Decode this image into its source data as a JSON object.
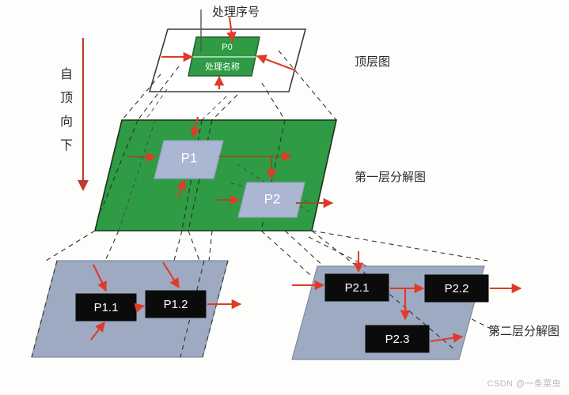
{
  "diagram": {
    "title_annotation": "处理序号",
    "vertical_axis_label": "自顶向下",
    "watermark": "CSDN @一条菜虫",
    "colors": {
      "green_plane": "#2f9b45",
      "blue_plane": "#9daac2",
      "blue_box": "#aab6d2",
      "black_box": "#0b0b0b",
      "flow_arrow": "#e03a28",
      "axis_arrow": "#c0392b",
      "projection_line": "#2b2b2b",
      "top_plane": "#ffffff"
    },
    "layers": [
      {
        "id": "top-layer",
        "caption": "顶层图",
        "processes": [
          {
            "id": "p0",
            "code": "P0",
            "name": "处理名称"
          }
        ]
      },
      {
        "id": "first-level-layer",
        "caption": "第一层分解图",
        "processes": [
          {
            "id": "p1",
            "code": "P1"
          },
          {
            "id": "p2",
            "code": "P2"
          }
        ]
      },
      {
        "id": "second-level-layer",
        "caption": "第二层分解图",
        "processes": [
          {
            "id": "p1-1",
            "code": "P1.1"
          },
          {
            "id": "p1-2",
            "code": "P1.2"
          },
          {
            "id": "p2-1",
            "code": "P2.1"
          },
          {
            "id": "p2-2",
            "code": "P2.2"
          },
          {
            "id": "p2-3",
            "code": "P2.3"
          }
        ]
      }
    ],
    "vertical_chars": [
      "自",
      "顶",
      "向",
      "下"
    ]
  }
}
